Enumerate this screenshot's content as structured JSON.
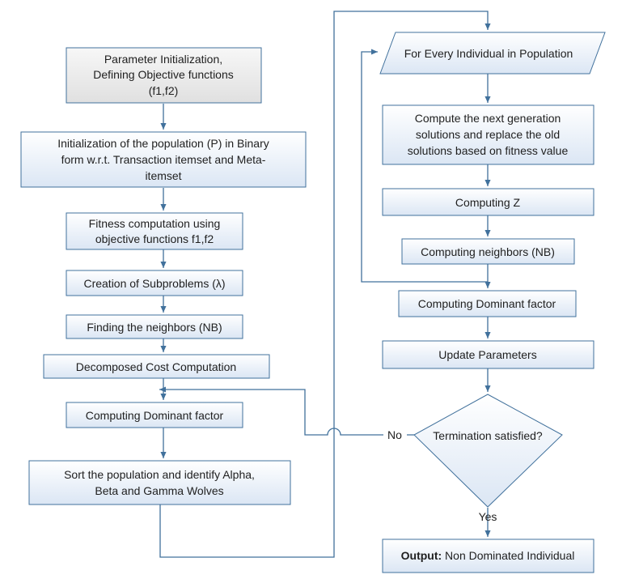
{
  "colors": {
    "box_fill_top": "#ffffff",
    "box_fill_bottom": "#dbe6f4",
    "box_stroke": "#41719c",
    "start_fill_top": "#f7f7f7",
    "start_fill_bottom": "#e0e0e0",
    "start_stroke": "#808080",
    "arrow": "#41719c",
    "text": "#1f1f1f"
  },
  "nodes": {
    "param_init": {
      "lines": [
        "Parameter Initialization,",
        "Defining Objective functions",
        "(f1,f2)"
      ]
    },
    "init_population": {
      "lines": [
        "Initialization of the population (P) in Binary",
        "form w.r.t. Transaction itemset and Meta-",
        "itemset"
      ]
    },
    "fitness": {
      "lines": [
        "Fitness computation using",
        "objective functions f1,f2"
      ]
    },
    "subproblems": {
      "lines": [
        "Creation of Subproblems (λ)"
      ]
    },
    "neighbors_left": {
      "lines": [
        "Finding the neighbors (NB)"
      ]
    },
    "decomposed": {
      "lines": [
        "Decomposed Cost Computation"
      ]
    },
    "dominant_left": {
      "lines": [
        "Computing Dominant factor"
      ]
    },
    "sort_population": {
      "lines": [
        "Sort the population and identify Alpha,",
        "Beta and Gamma Wolves"
      ]
    },
    "every_individual": {
      "lines": [
        "For Every Individual in Population"
      ]
    },
    "next_generation": {
      "lines": [
        "Compute the next generation",
        "solutions and replace the old",
        "solutions based on fitness value"
      ]
    },
    "computing_z": {
      "lines": [
        "Computing Z"
      ]
    },
    "neighbors_right": {
      "lines": [
        "Computing neighbors (NB)"
      ]
    },
    "dominant_right": {
      "lines": [
        "Computing Dominant factor"
      ]
    },
    "update_params": {
      "lines": [
        "Update Parameters"
      ]
    },
    "termination": {
      "lines": [
        "Termination satisfied?"
      ]
    },
    "output": {
      "bold": "Output:",
      "rest": " Non Dominated Individual"
    }
  },
  "edge_labels": {
    "no": "No",
    "yes": "Yes"
  }
}
